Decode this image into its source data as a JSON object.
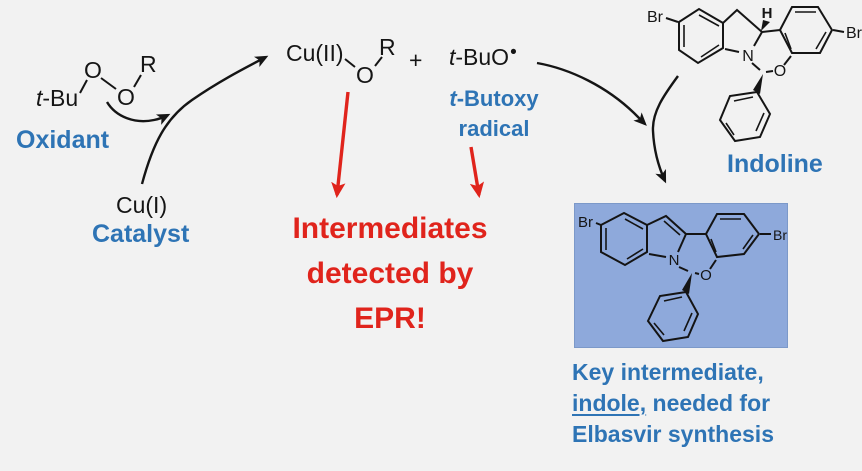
{
  "colors": {
    "background": "#f2f2f2",
    "blue_label": "#2e74b5",
    "red_accent": "#e0241c",
    "box_fill": "#8ea9db",
    "box_border": "#7c99c9",
    "ink": "#151515"
  },
  "oxidant": {
    "t": "t",
    "bu": "-Bu",
    "o1": "O",
    "o2": "O",
    "r": "R",
    "label": "Oxidant"
  },
  "catalyst": {
    "formula": "Cu(I)",
    "label": "Catalyst"
  },
  "product": {
    "cu": "Cu(II)",
    "o": "O",
    "r": "R",
    "plus": "+"
  },
  "butoxy": {
    "t": "t",
    "rest": "-BuO",
    "dot": "•",
    "label_t": "t",
    "label_rest": "-Butoxy",
    "label_line2": "radical"
  },
  "epr": {
    "line1": "Intermediates",
    "line2": "detected by",
    "line3": "EPR!"
  },
  "indoline": {
    "br_left": "Br",
    "br_right": "Br",
    "h": "H",
    "n": "N",
    "o": "O",
    "label": "Indoline"
  },
  "indole": {
    "br_left": "Br",
    "br_right": "Br",
    "n": "N",
    "o": "O"
  },
  "caption": {
    "line1": "Key intermediate,",
    "line2_u": "indole,",
    "line2_rest": " needed for",
    "line3": "Elbasvir synthesis"
  }
}
